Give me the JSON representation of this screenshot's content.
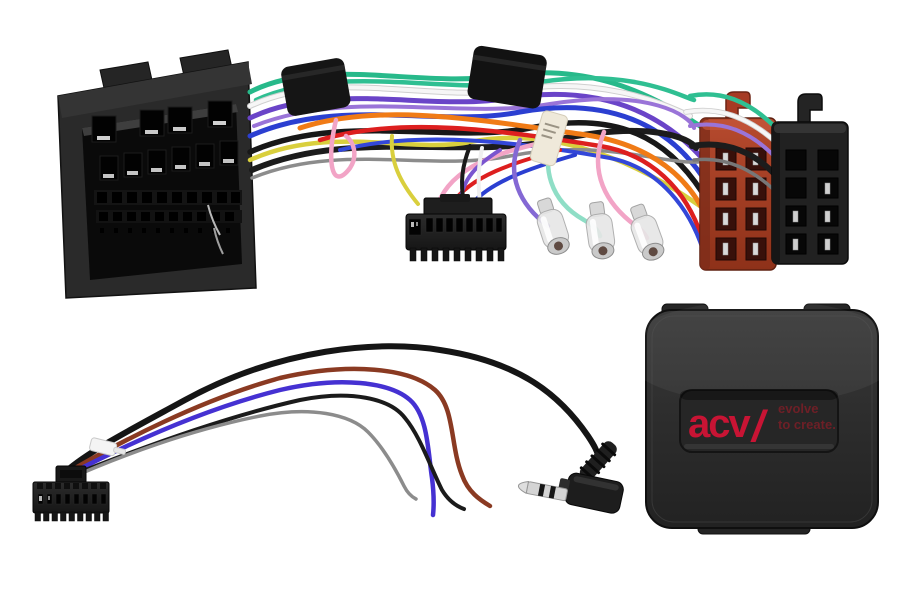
{
  "photo": {
    "background_color": "#ffffff",
    "subject": "Car audio wiring harness adapter kit with Quadlock connector, ISO connectors, patch lead with 3.5mm jack and ACV interface box"
  },
  "interface_box": {
    "brand": "acv",
    "slash": "/",
    "tagline_line1": "evolve",
    "tagline_line2": "to create.",
    "brand_color": "#c81434",
    "tagline_color": "#6e1f26",
    "body_color": "#2f2f2f"
  },
  "parts": [
    {
      "id": "quadlock-connector",
      "description": "Large black Quadlock vehicle connector with pin cavity",
      "color": "#262626",
      "position": "top-left"
    },
    {
      "id": "wiring-loom",
      "description": "Multicolour wiring loom with two black tape wraps and a white sleeve label",
      "position": "top-center",
      "wire_colors": [
        "#27b98a",
        "#8fdec6",
        "#6a44c8",
        "#9a74d8",
        "#f4f4f4",
        "#2b3fd1",
        "#1a1a1a",
        "#d9cf3d",
        "#f07b16",
        "#dd1f1f",
        "#f2a4c6",
        "#8c8c8c"
      ]
    },
    {
      "id": "head-unit-plug",
      "description": "Black 16-pin head unit plug with comb teeth",
      "color": "#191919",
      "position": "top-middle"
    },
    {
      "id": "bullet-terminals",
      "description": "Three clear insulated bullet terminals",
      "count": 3,
      "terminal_color": "#e3e3e3",
      "position": "top-middle-right"
    },
    {
      "id": "iso-connector-red",
      "description": "Red 8-pin ISO power connector with latch",
      "color": "#a63b24",
      "pin_grid": "2x4",
      "pin_color": "#d8d8d8",
      "position": "top-right"
    },
    {
      "id": "iso-connector-black",
      "description": "Black 8-pin ISO speaker connector with latch",
      "color": "#212121",
      "pin_grid": "2x4",
      "pin_color": "#cfcfcf",
      "position": "top-right"
    },
    {
      "id": "patch-lead-plug",
      "description": "Black 16-pin patch lead plug with white cable tie",
      "color": "#191919",
      "position": "bottom-left"
    },
    {
      "id": "patch-lead-wires",
      "description": "Patch lead wires with stripped loose ends",
      "wire_colors": [
        "#8a3a22",
        "#4531d2",
        "#1b1b1b",
        "#8c8c8c"
      ],
      "position": "bottom-center"
    },
    {
      "id": "jack-plug-35mm",
      "description": "Right-angle 3.5mm stereo jack plug on black cable",
      "body_color": "#1d1d1d",
      "tip_color": "#d4d4d4",
      "position": "bottom-center-right"
    },
    {
      "id": "acv-interface-box",
      "description": "Black ACV steering wheel control interface box with embossed logo",
      "color": "#2f2f2f",
      "position": "bottom-right"
    }
  ]
}
